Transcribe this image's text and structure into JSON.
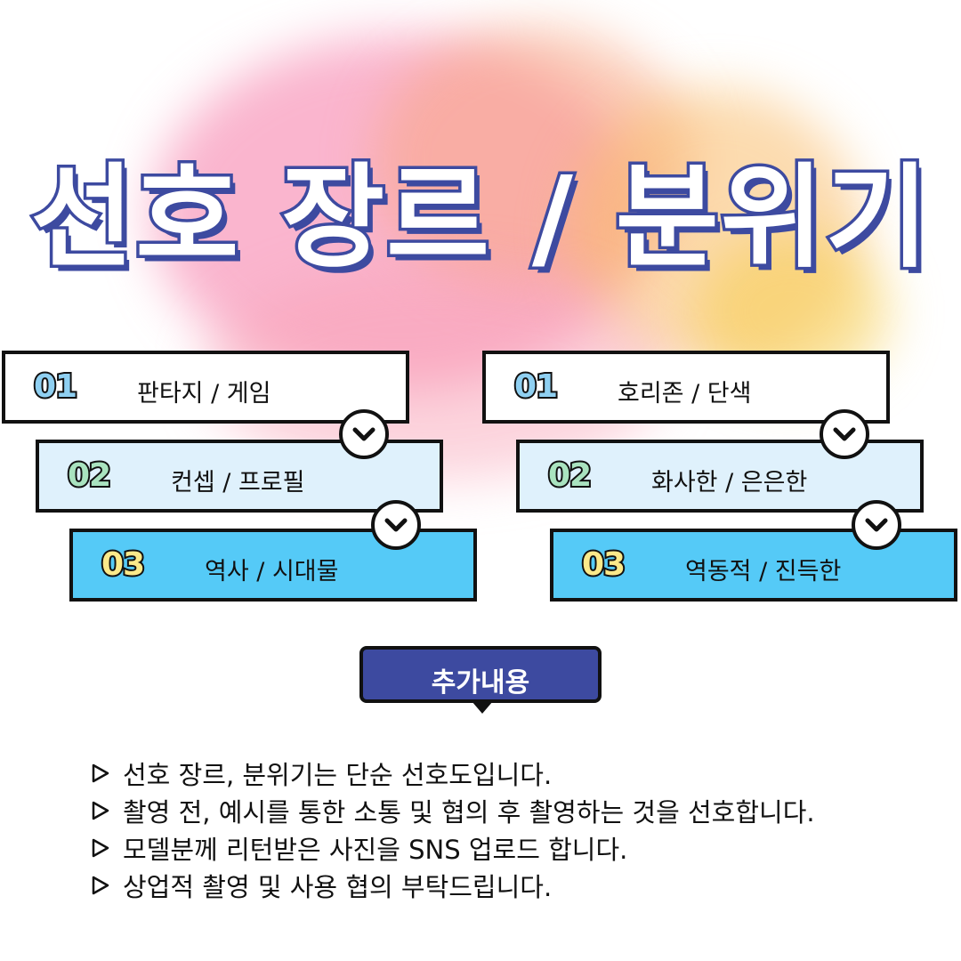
{
  "title": "선호 장르 / 분위기",
  "genres": [
    {
      "num": "01",
      "label": "판타지 / 게임"
    },
    {
      "num": "02",
      "label": "컨셉 / 프로필"
    },
    {
      "num": "03",
      "label": "역사 / 시대물"
    }
  ],
  "moods": [
    {
      "num": "01",
      "label": "호리존 / 단색"
    },
    {
      "num": "02",
      "label": "화사한 / 은은한"
    },
    {
      "num": "03",
      "label": "역동적 / 진득한"
    }
  ],
  "badge": "추가내용",
  "notes": [
    "선호 장르, 분위기는 단순 선호도입니다.",
    "촬영 전, 예시를 통한 소통 및 협의 후 촬영하는 것을 선호합니다.",
    "모델분께 리턴받은 사진을 SNS 업로드 합니다.",
    "상업적 촬영 및 사용 협의 부탁드립니다."
  ],
  "icons": {
    "chevron": "chevron-down-icon",
    "bullet": "triangle-right-icon"
  },
  "colors": {
    "accent": "#3d4aa0",
    "card_level_1": "#ffffff",
    "card_level_2": "#dff1fc",
    "card_level_3": "#55caf7",
    "num_01": "#8fd0f2",
    "num_02": "#a9e3bf",
    "num_03": "#fbe98a"
  }
}
